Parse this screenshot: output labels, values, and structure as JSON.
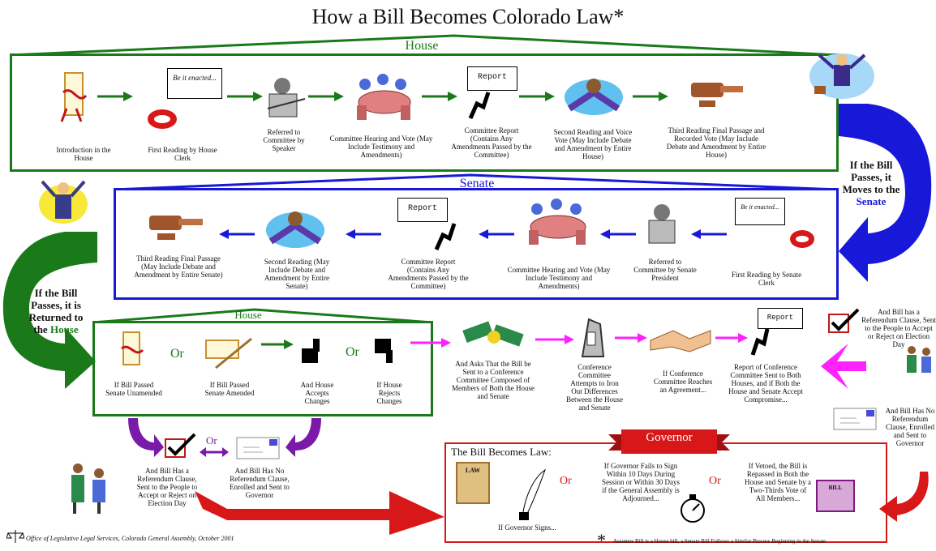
{
  "title": "How a Bill Becomes Colorado Law*",
  "house": {
    "label": "House",
    "steps": [
      "Introduction in the House",
      "First Reading by House Clerk",
      "Referred to Committee by Speaker",
      "Committee Hearing and Vote (May Include Testimony and Amendments)",
      "Committee Report (Contains Any Amendments Passed by the Committee)",
      "Second Reading and Voice Vote (May Include Debate and Amendment by Entire House)",
      "Third Reading Final Passage and Recorded Vote (May Include Debate and Amendment by Entire House)"
    ],
    "bubble_text": "Be it enacted...",
    "report_text": "Report"
  },
  "to_senate_text": "If the Bill Passes, it Moves to the",
  "to_senate_emph": "Senate",
  "senate": {
    "label": "Senate",
    "steps": [
      "First Reading by Senate Clerk",
      "Referred to Committee by Senate President",
      "Committee Hearing and Vote (May Include Testimony and Amendments)",
      "Committee Report (Contains Any Amendments Passed by the Committee)",
      "Second Reading (May Include Debate and Amendment by Entire Senate)",
      "Third Reading Final Passage (May Include Debate and Amendment by Entire Senate)"
    ],
    "bubble_text": "Be it enacted...",
    "report_text": "Report"
  },
  "return_text": "If the Bill Passes, it is Returned to the",
  "return_emph": "House",
  "house_return": {
    "label": "House",
    "unamended": "If Bill Passed Senate Unamended",
    "amended": "If Bill Passed Senate Amended",
    "accepts": "And House Accepts Changes",
    "rejects": "If House Rejects Changes",
    "or1": "Or",
    "or2": "Or"
  },
  "conference": {
    "ask": "And Asks That the Bill be Sent to a Conference Committee Composed of Members of Both the House and Senate",
    "iron": "Conference Committee Attempts to Iron Out Differences Between the House and Senate",
    "agree": "If Conference Committee Reaches an Agreement...",
    "report": "Report of Conference Committee Sent to Both Houses, and if Both the House and Senate Accept Compromise...",
    "report_text": "Report"
  },
  "right_side": {
    "referendum": "And Bill has a Referendum Clause, Sent to the People to Accept or Reject on Election Day",
    "no_referendum": "And Bill Has No Referendum Clause, Enrolled and Sent to Governor"
  },
  "bottom_left": {
    "referendum": "And Bill Has a Referendum Clause, Sent to the People to Accept or Reject on Election Day",
    "or": "Or",
    "no_referendum": "And Bill Has No Referendum Clause, Enrolled and Sent to Governor"
  },
  "governor": {
    "banner": "Governor",
    "law_label": "The Bill Becomes Law:",
    "signs": "If Governor Signs...",
    "fails": "If Governor Fails to Sign Within 10 Days During Session or Within 30 Days if the General Assembly is Adjourned...",
    "vetoed": "If Vetoed, the Bill is Repassed in Both the House and Senate by a Two-Thirds Vote of All Members...",
    "or1": "Or",
    "or2": "Or",
    "law_doc": "LAW",
    "bill_doc": "BILL"
  },
  "footer": "Office of Legislative Legal Services, Colorado General Assembly, October 2001",
  "footnote": "Assumes Bill is a House bill, a Senate Bill Follows a Similar Process Beginning in the Senate",
  "colors": {
    "house": "#1a7a1a",
    "senate": "#1818d8",
    "governor": "#d81818",
    "conference": "#ff22ff",
    "purple": "#7a1aa8"
  }
}
